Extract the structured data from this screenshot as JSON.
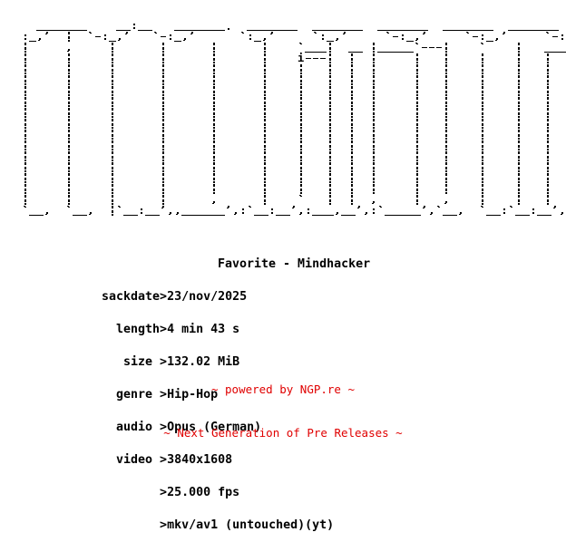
{
  "art": {
    "logo_lines": [
      "     _______    __:__   _______.  _______  _______  _______  _______  _______  ___",
      "   :_,'  |  `-:_,'   `-:_,'      `:_,'     `:_,'     `-:_,'     `-:_,'     `-:_,'|---.",
      "   |     ,     |      |      |      |    `___|  __ |_____`---|    `    |   ___|---|    ,   /",
      "   |     |     |      |      |      |    i---|  |  |     |   |    |    |   |  |   |    |   |",
      "   |     |     |      |      |      |    |   |  |  |     |   |    |    |   |  |   |    |   |",
      "   |     |     |      |      |      |    |   |  |  |     |   |    |    |   |  |   |    |   |",
      "   |     |     |      |      |      |    |   |  |  |     |   |    |    |   |  |   |    |   |",
      "   |     |     |      |      |      |    |   |  |  |     |   |    |    |   |  |   |    |   |",
      "   |     |     |      |      |      |    |   |  |  |     |   |    |    |   |  |   |    |   |",
      "   |     |     |      |      |      |    |   |  |  |     |   |    |    |   |  |   |    |   |",
      "   |     |     |      |      |      |    |   |  |  |     |   |    |    |   |  |   |    |   |",
      "   |     |     |      |      |      |    |   |  |  |     |   |    |    |   |  |   |    |   |",
      "   |     |     |      |      |      |    |   |  |  |     |   |    |    |   |  |   |    |   |",
      "   |     |     |      |      |      |    |   |  |  |     |   |    |    |   |  |   |    |   |",
      "   |     |     |      |      |      |    |   |  |  |     |   |    |    |   |  |   |    |   |",
      "   |     |     |      |      |      |    |   |  |  |     |   |    |    |   |  |   |    |   |",
      "   |     |     |      |      ,      |    `   |  |  ,     |   ,    |    |   |  |   |    |___|",
      "   `__,  `__,  |`__:__',,______',:`__:__',:___,__',:`_____',`__,  `__:`__:__',:___ixxu'"
    ]
  },
  "release": {
    "title": "Favorite - Mindhacker",
    "fields": [
      {
        "label": "sackdate",
        "sep": ">",
        "value": "23/nov/2025"
      },
      {
        "label": "  length",
        "sep": ">",
        "value": "4 min 43 s"
      },
      {
        "label": "   size ",
        "sep": ">",
        "value": "132.02 MiB"
      },
      {
        "label": "  genre ",
        "sep": ">",
        "value": "Hip-Hop"
      },
      {
        "label": "  audio ",
        "sep": ">",
        "value": "Opus (German)"
      },
      {
        "label": "  video ",
        "sep": ">",
        "value": "3840x1608"
      },
      {
        "label": "        ",
        "sep": ">",
        "value": "25.000 fps"
      },
      {
        "label": "        ",
        "sep": ">",
        "value": "mkv/av1 (untouched)(yt)"
      }
    ]
  },
  "footer": {
    "line1": "~ powered by NGP.re ~",
    "line2": "~ Next Generation of Pre Releases ~"
  },
  "colors": {
    "background": "#ffffff",
    "text": "#000000",
    "footer": "#e00000"
  }
}
